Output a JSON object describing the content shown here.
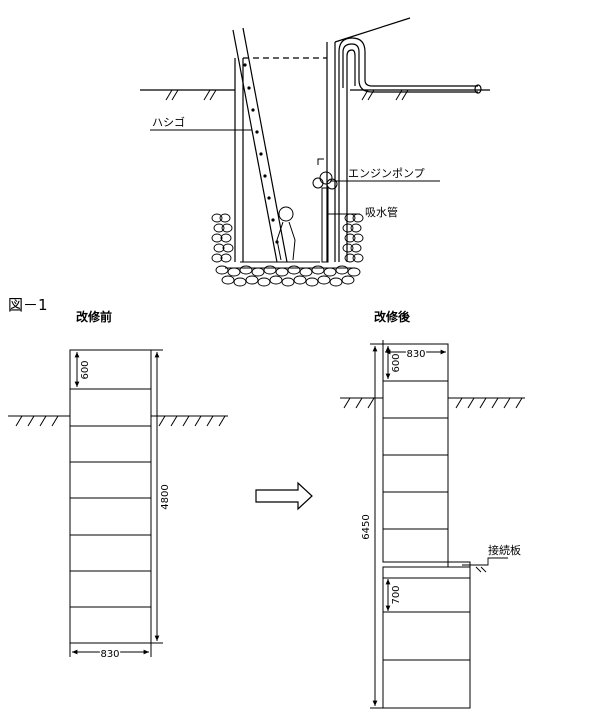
{
  "figure": {
    "number_label": "図－1",
    "top_illustration": {
      "ladder_label": "ハシゴ",
      "pump_label": "エンジンポンプ",
      "suction_pipe_label": "吸水管"
    },
    "before": {
      "title": "改修前",
      "dim_top": "600",
      "dim_height": "4800",
      "dim_width": "830"
    },
    "after": {
      "title": "改修後",
      "dim_width": "830",
      "dim_top": "600",
      "dim_height": "6450",
      "dim_splice": "700",
      "splice_plate_label": "接続板"
    }
  }
}
